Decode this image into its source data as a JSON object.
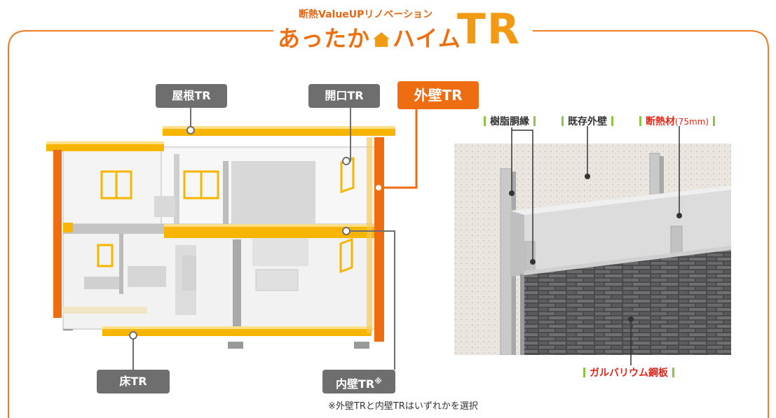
{
  "header": {
    "subtitle": "断熱ValueUPリノベーション",
    "title": "あったか",
    "title_tail": "ハイム",
    "brand": "TR"
  },
  "labels": {
    "roof": "屋根TR",
    "opening": "開口TR",
    "exterior_wall": "外壁TR",
    "floor": "床TR",
    "interior_wall": "内壁TR",
    "interior_wall_mark": "※"
  },
  "wall_section": {
    "resin_furring": "樹脂胴縁",
    "existing_wall": "既存外壁",
    "insulation": "断熱材",
    "insulation_spec": "(75mm)",
    "galvalume": "ガルバリウム鋼板"
  },
  "footnote": "※外壁TRと内壁TRはいずれかを選択",
  "colors": {
    "accent_orange": "#ee6d10",
    "highlight_yellow": "#f7b500",
    "pill_gray": "#6e6e6e",
    "caption_red": "#e0281b",
    "caption_green": "#8cc540"
  }
}
